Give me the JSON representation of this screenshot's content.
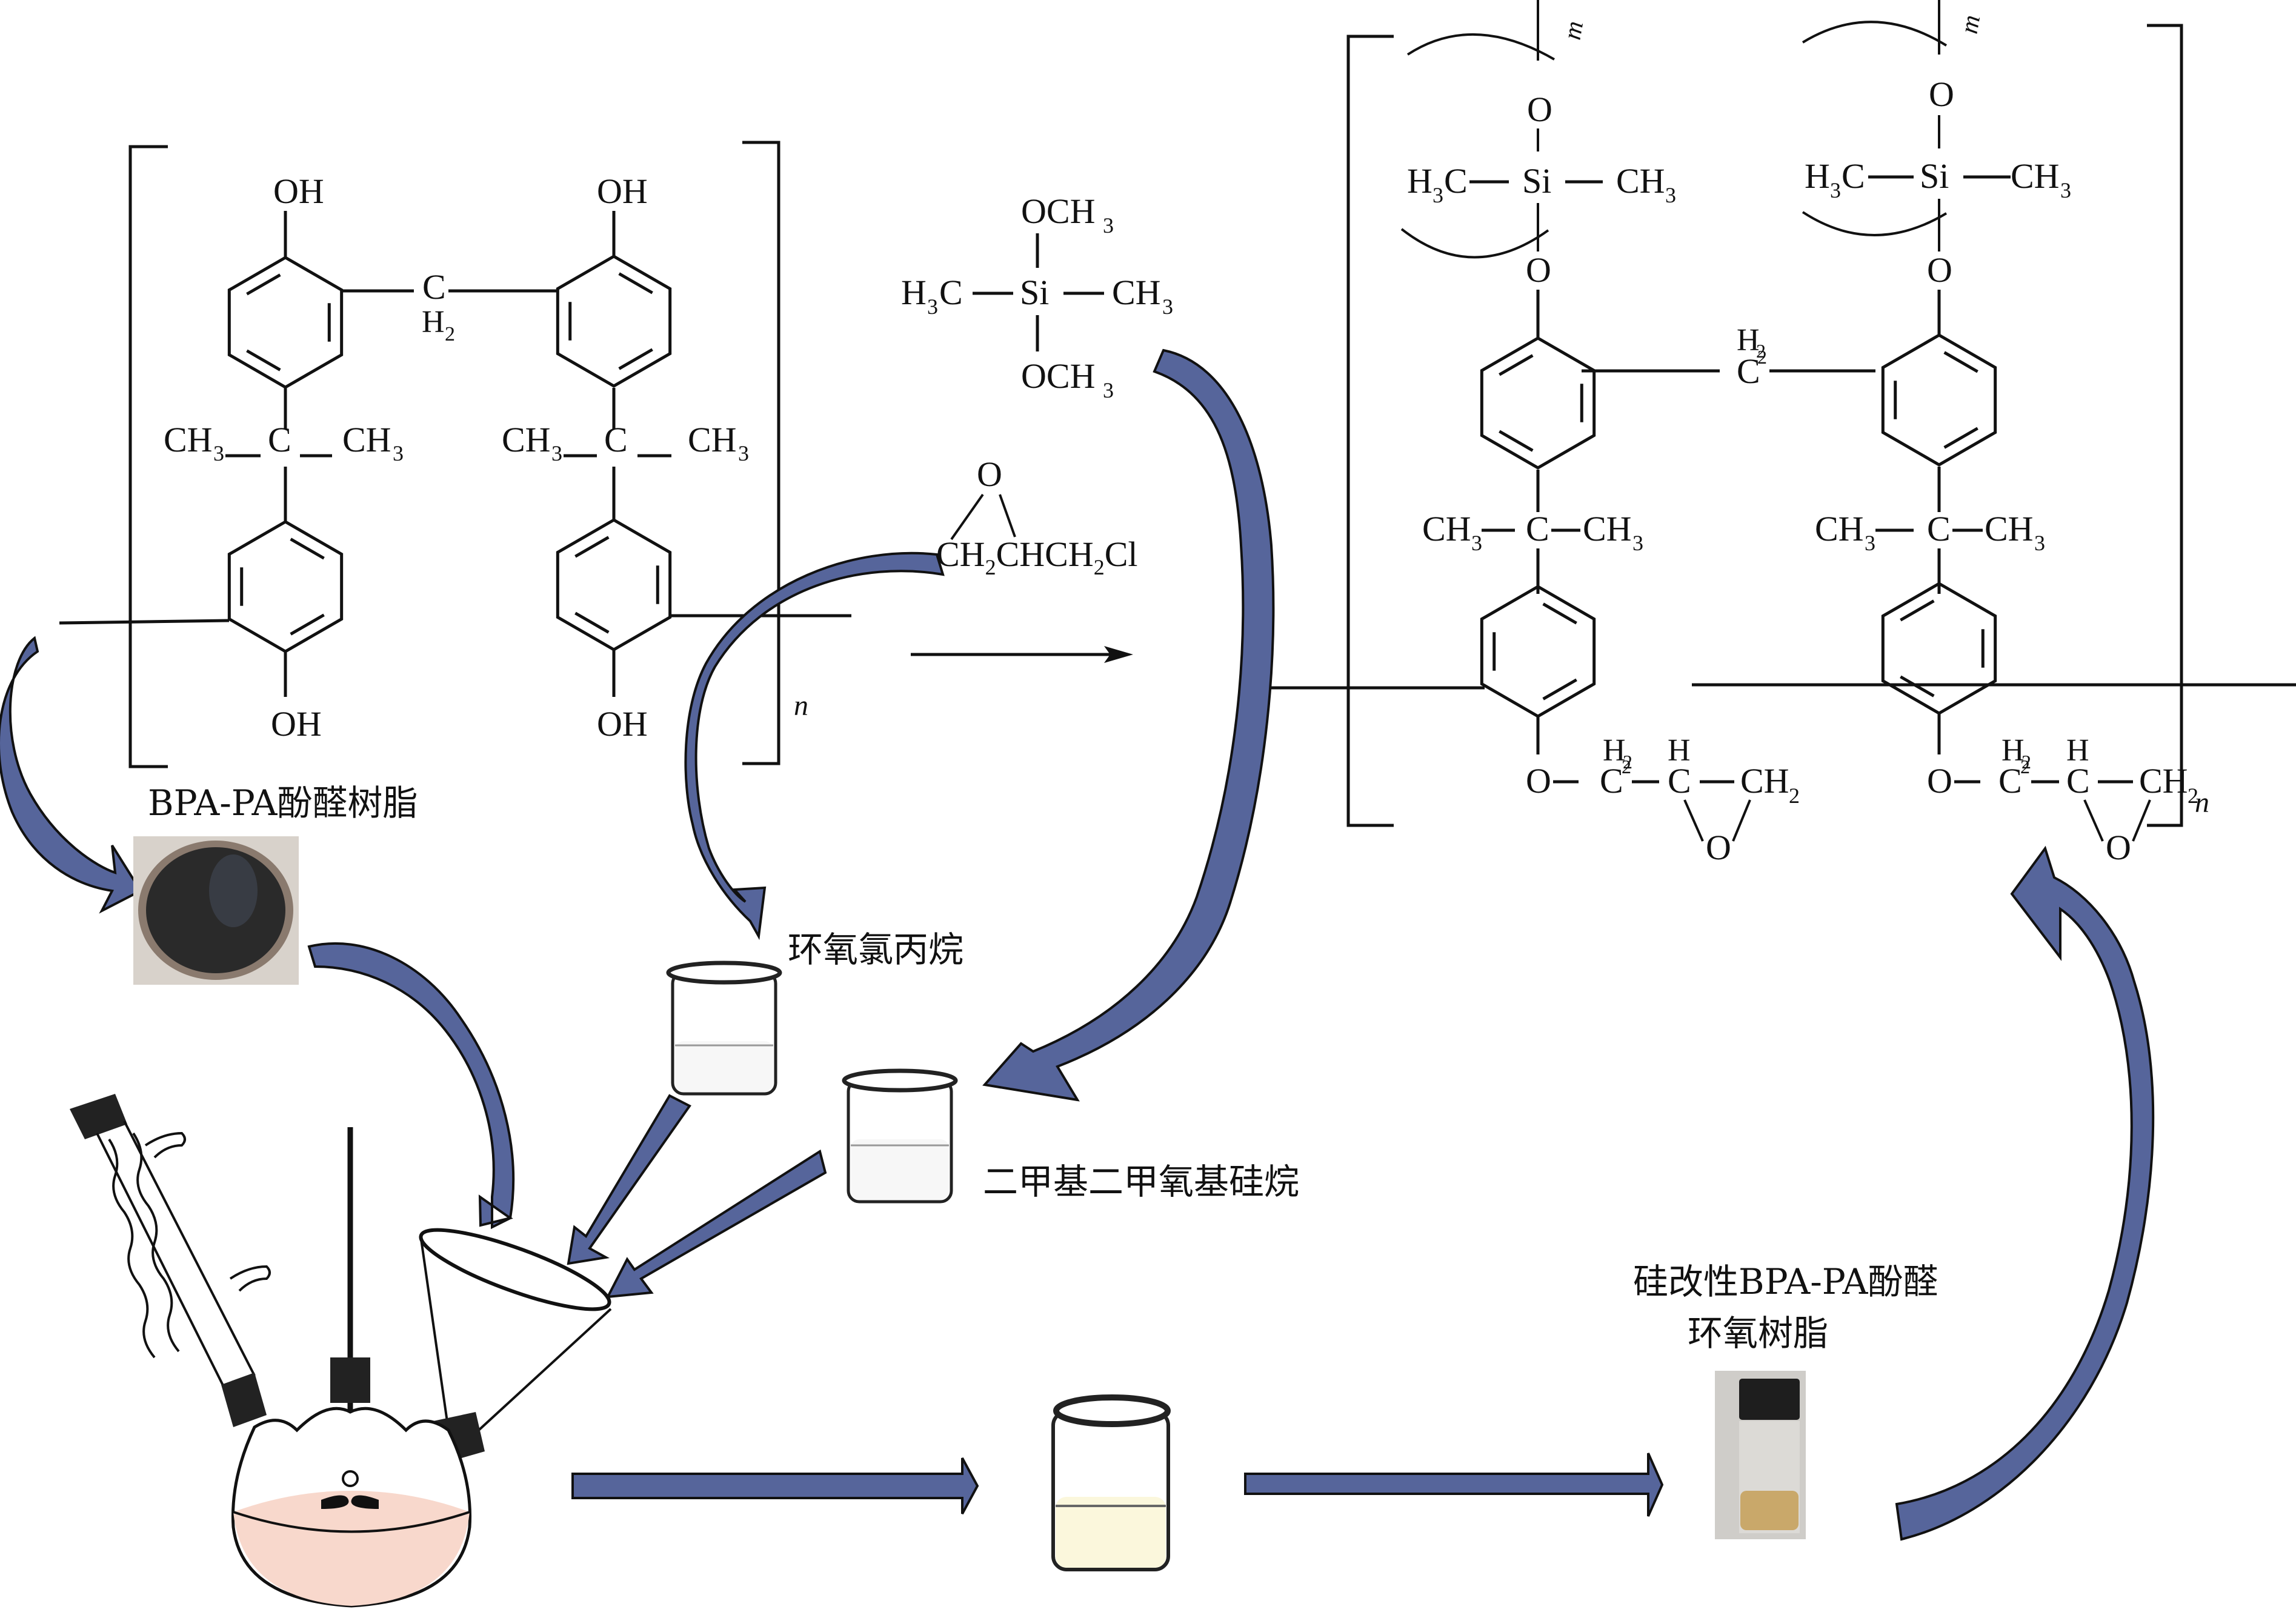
{
  "figure": {
    "description": "Synthesis scheme of silicon-modified BPA-PA phenolic epoxy resin",
    "colors": {
      "arrow_fill": "#56659b",
      "arrow_stroke": "#111111",
      "line": "#111111",
      "flask_liquid": "#f8d8cc",
      "beaker_liquid": "#fbf7dc",
      "resin_dark": "#2a2a2a",
      "product_liquid": "#c9a86a"
    }
  },
  "reactant_resin": {
    "groups": {
      "oh": "OH",
      "ch3": "CH",
      "c": "C",
      "ch2_h": "H",
      "sub2": "2",
      "sub3": "3"
    },
    "repeat": "n"
  },
  "silane": {
    "och3": "OCH",
    "h3c_h": "H",
    "h3c_c": "C",
    "si": "Si",
    "ch3": "CH",
    "sub3": "3"
  },
  "epichlorohydrin": {
    "o": "O",
    "formula_parts": [
      "CH",
      "2",
      "CHCH",
      "2",
      "Cl"
    ]
  },
  "product": {
    "repeat_n": "n",
    "repeat_m": "m",
    "o": "O",
    "si": "Si",
    "h": "H",
    "c": "C",
    "ch": "CH",
    "sub2": "2",
    "sub3": "3",
    "h2": "H"
  },
  "labels": {
    "resin": "BPA-PA酚醛树脂",
    "epichlorohydrin": "环氧氯丙烷",
    "silane": "二甲基二甲氧基硅烷",
    "product_line1": "硅改性BPA-PA酚醛",
    "product_line2": "环氧树脂"
  }
}
